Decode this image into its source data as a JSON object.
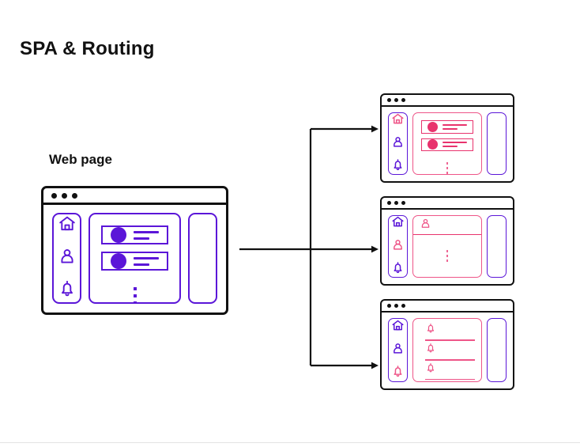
{
  "slide": {
    "title": "SPA & Routing",
    "source_label": "Web page"
  },
  "colors": {
    "purple": "#5B16D8",
    "pink": "#E8336D",
    "pink_light": "#EE5588",
    "frame_black": "#111111",
    "background": "#ffffff"
  },
  "source_window": {
    "name": "web-page-window",
    "titlebar_dots": 3,
    "sidebar_icons": [
      {
        "icon": "home-icon",
        "active": false
      },
      {
        "icon": "person-icon",
        "active": false
      },
      {
        "icon": "bell-icon",
        "active": false
      }
    ],
    "content": {
      "kind": "feed",
      "cards": [
        {
          "avatar": true,
          "lines": [
            "full",
            "short"
          ]
        },
        {
          "avatar": true,
          "lines": [
            "full",
            "short"
          ]
        }
      ],
      "ellipsis": "vertical-ellipsis"
    },
    "right_rail": true
  },
  "route_windows": [
    {
      "name": "route-window-home",
      "active_route": "home",
      "titlebar_dots": 3,
      "sidebar_icons": [
        {
          "icon": "home-icon",
          "active": true
        },
        {
          "icon": "person-icon",
          "active": false
        },
        {
          "icon": "bell-icon",
          "active": false
        }
      ],
      "content": {
        "kind": "feed",
        "cards": [
          {
            "avatar": true,
            "lines": [
              "full",
              "short"
            ]
          },
          {
            "avatar": true,
            "lines": [
              "full",
              "short"
            ]
          }
        ],
        "ellipsis": "vertical-ellipsis"
      },
      "right_rail": true
    },
    {
      "name": "route-window-profile",
      "active_route": "profile",
      "titlebar_dots": 3,
      "sidebar_icons": [
        {
          "icon": "home-icon",
          "active": false
        },
        {
          "icon": "person-icon",
          "active": true
        },
        {
          "icon": "bell-icon",
          "active": false
        }
      ],
      "content": {
        "kind": "profile",
        "header_icon": "person-icon",
        "ellipsis": "vertical-ellipsis"
      },
      "right_rail": true
    },
    {
      "name": "route-window-notifications",
      "active_route": "notifications",
      "titlebar_dots": 3,
      "sidebar_icons": [
        {
          "icon": "home-icon",
          "active": false
        },
        {
          "icon": "person-icon",
          "active": false
        },
        {
          "icon": "bell-icon",
          "active": true
        }
      ],
      "content": {
        "kind": "notifications",
        "rows": [
          {
            "icon": "bell-icon"
          },
          {
            "icon": "bell-icon"
          },
          {
            "icon": "bell-icon"
          }
        ],
        "ellipsis": "vertical-ellipsis"
      },
      "right_rail": true
    }
  ],
  "connector": {
    "name": "branching-arrow",
    "branches": 3,
    "arrowheads": 3,
    "color": "#111111"
  }
}
